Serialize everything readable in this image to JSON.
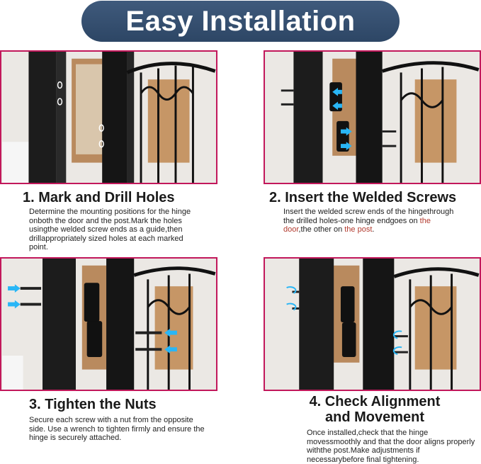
{
  "banner": {
    "title": "Easy Installation"
  },
  "colors": {
    "banner": "#2d4665",
    "panel_border": "#c2185b",
    "arrow": "#29b6f6",
    "highlight": "#b23a2e"
  },
  "steps": [
    {
      "title": "1. Mark and Drill Holes",
      "description": "Determine the mounting positions for the hinge onboth the door and the post.Mark the holes usingthe welded screw ends as a guide,then drillappropriately sized holes at each marked point."
    },
    {
      "title": "2. Insert the Welded Screws",
      "desc_a": "Insert the welded screw ends of the hingethrough the drilled holes-one hinge endgoes on ",
      "desc_hl1": "the door",
      "desc_b": ",the other on ",
      "desc_hl2": "the post",
      "desc_c": "."
    },
    {
      "title": "3. Tighten the Nuts",
      "description": "Secure each screw with a nut from the opposite side. Use a wrench to tighten firmly and ensure the hinge is securely attached."
    },
    {
      "title_line1": "4. Check Alignment",
      "title_line2": "and Movement",
      "description": "Once installed,check that the hinge movessmoothly and that the door aligns properly withthe post.Make adjustments if necessarybefore final tightening."
    }
  ],
  "icons": [
    "arrow-right-icon",
    "rotate-icon"
  ]
}
